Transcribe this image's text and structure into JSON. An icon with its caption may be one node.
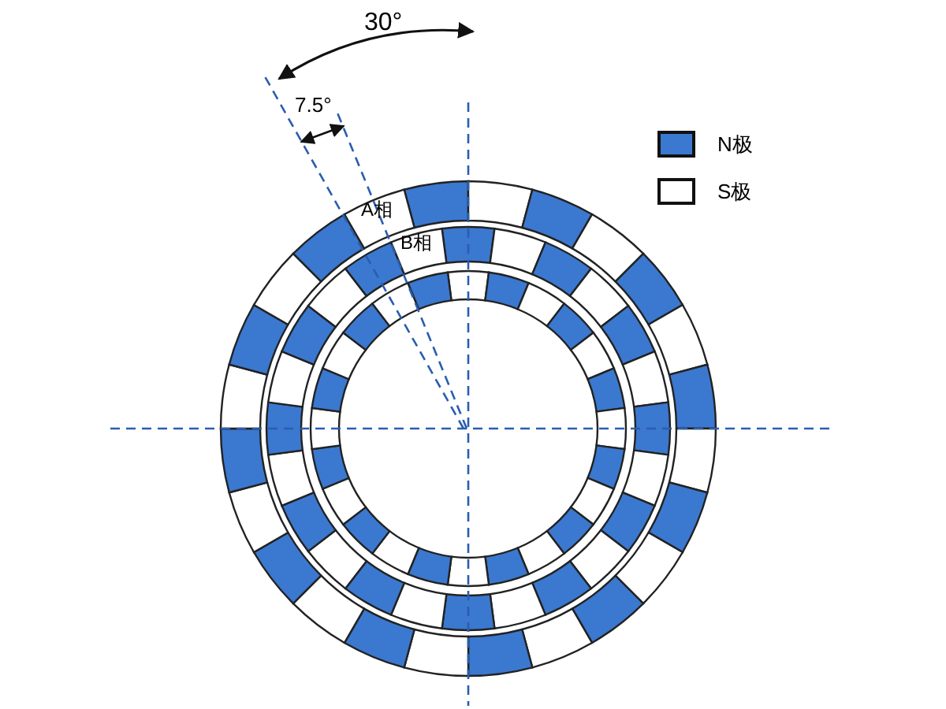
{
  "diagram": {
    "labels": [
      "30°",
      "7.5°",
      "A相",
      "B相"
    ],
    "legend": [
      {
        "text": "N极",
        "color": "#3b78cf"
      },
      {
        "text": "S极",
        "color": "#ffffff"
      }
    ]
  }
}
